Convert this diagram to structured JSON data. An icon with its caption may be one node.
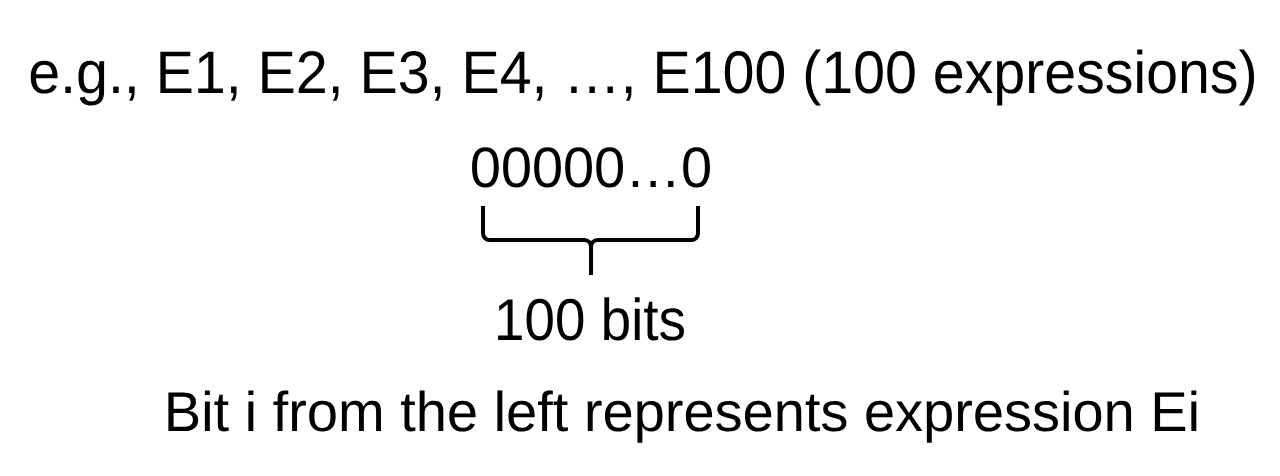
{
  "diagram": {
    "labels": [
      "e.g., E1, E2, E3, E4, …, E100 (100 expressions)",
      "00000…0",
      "100 bits",
      "Bit i from the left represents expression Ei"
    ]
  }
}
